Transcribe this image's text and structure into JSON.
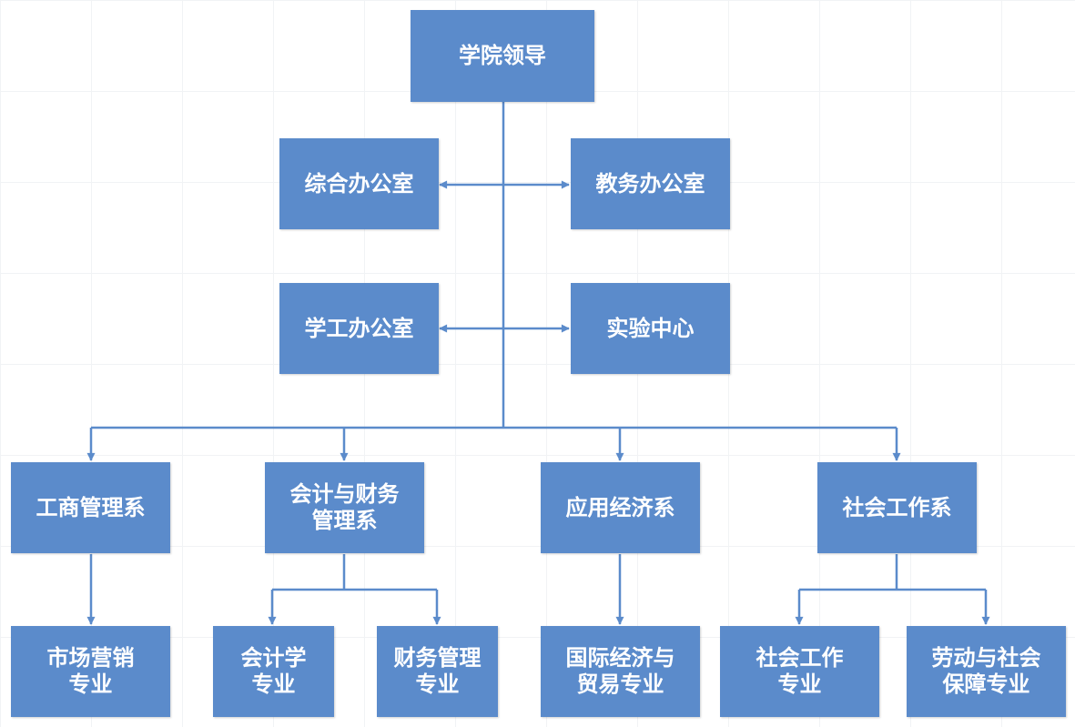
{
  "colors": {
    "box": "#5b8bcb",
    "line": "#5b8bcb"
  },
  "leader": "学院领导",
  "offices": {
    "general": "综合办公室",
    "academic_affairs": "教务办公室",
    "student_affairs": "学工办公室",
    "lab_center": "实验中心"
  },
  "departments": {
    "business_admin": "工商管理系",
    "accounting_finance": "会计与财务\n管理系",
    "applied_economics": "应用经济系",
    "social_work": "社会工作系"
  },
  "majors": {
    "marketing": "市场营销\n专业",
    "accounting": "会计学\n专业",
    "financial_management": "财务管理\n专业",
    "intl_trade": "国际经济与\n贸易专业",
    "social_work": "社会工作\n专业",
    "labor_security": "劳动与社会\n保障专业"
  }
}
